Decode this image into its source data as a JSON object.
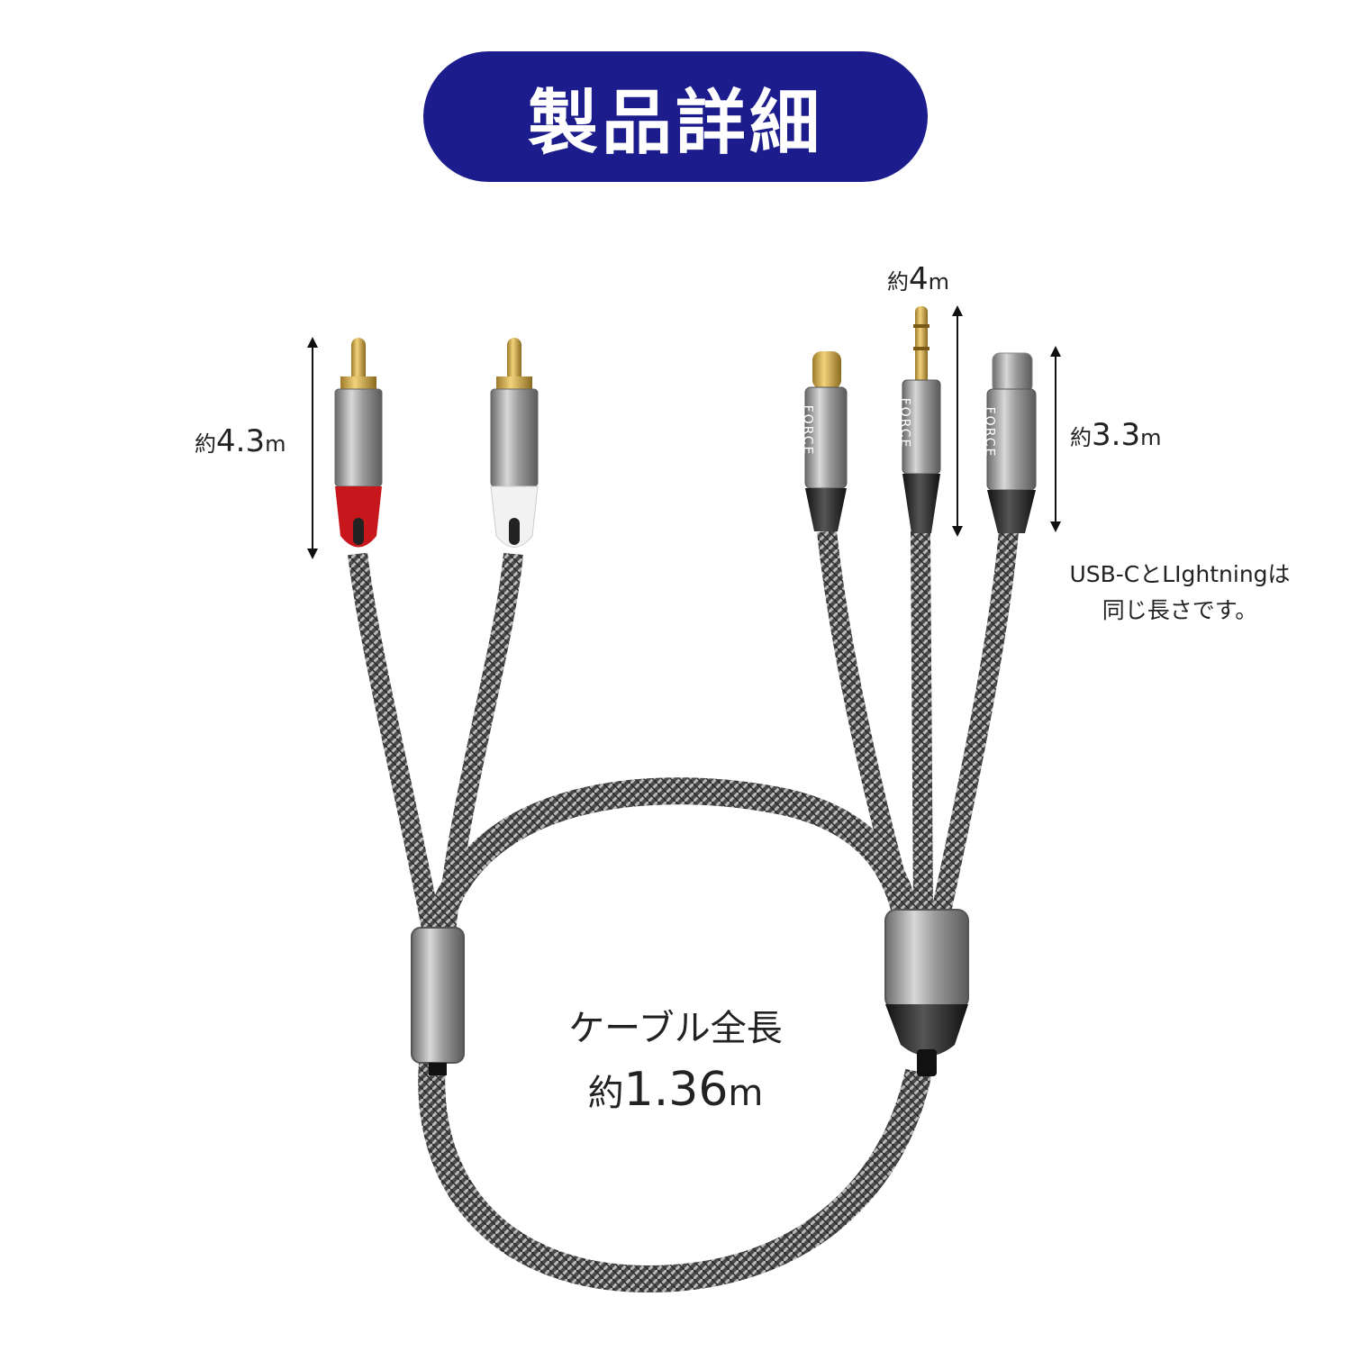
{
  "header": {
    "title": "製品詳細"
  },
  "dimensions": {
    "rca": {
      "prefix": "約",
      "value": "4.3",
      "unit": "m"
    },
    "aux": {
      "prefix": "約",
      "value": "4",
      "unit": "m"
    },
    "usbc": {
      "prefix": "約",
      "value": "3.3",
      "unit": "m"
    }
  },
  "note": {
    "line1": "USB-CとLIghtningは",
    "line2": "同じ長さです。"
  },
  "total": {
    "label": "ケーブル全長",
    "prefix": "約",
    "value": "1.36",
    "unit": "m"
  },
  "brand": {
    "text": "FORCE"
  },
  "colors": {
    "title_bg": "#1c1c8c",
    "rca_red": "#c8161d",
    "rca_white": "#f2f2f2",
    "gold": "#d9b24a",
    "braid": "#6e6e6e"
  }
}
